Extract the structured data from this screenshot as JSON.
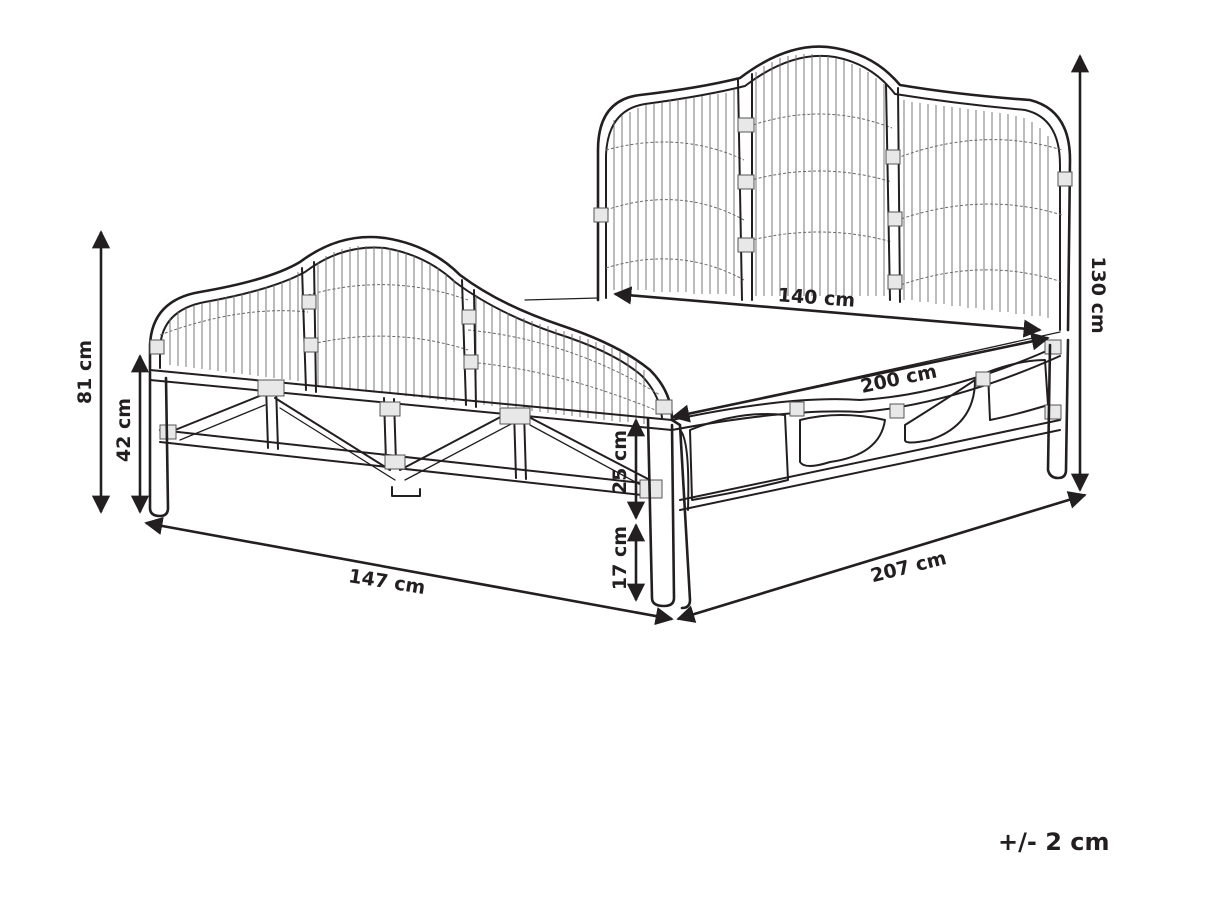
{
  "dimensions": {
    "headboard_height": "130 cm",
    "footboard_height": "81 cm",
    "frame_height": "42 cm",
    "rail_height": "25 cm",
    "leg_height": "17 cm",
    "inner_width": "140 cm",
    "inner_length": "200 cm",
    "outer_width": "147 cm",
    "outer_length": "207 cm"
  },
  "tolerance": "+/- 2 cm",
  "colors": {
    "ink": "#231f20",
    "background": "#ffffff"
  }
}
